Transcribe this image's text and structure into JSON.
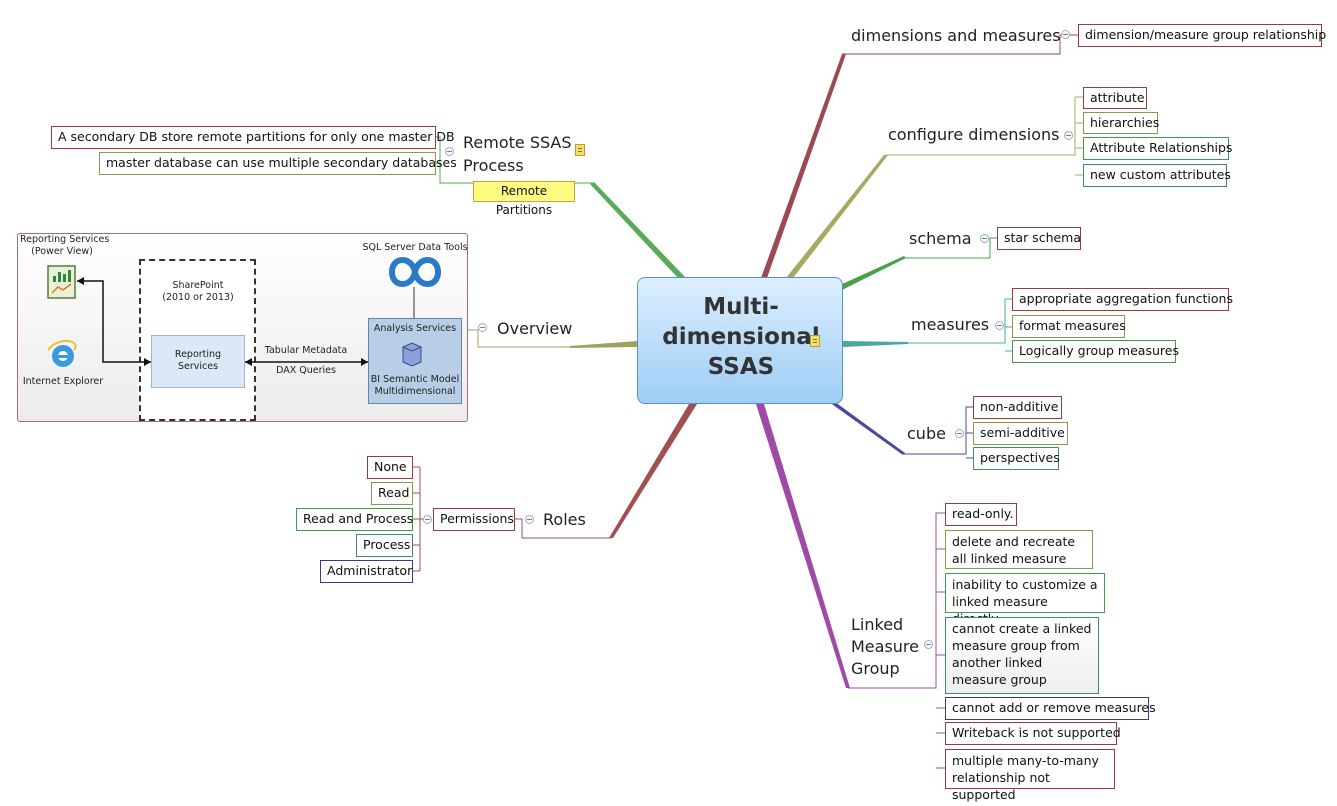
{
  "central": {
    "title_line1": "Multi-",
    "title_line2": "dimensional",
    "title_line3": "SSAS"
  },
  "dimensions_and_measures": {
    "label": "dimensions and measures",
    "children": [
      "dimension/measure group relationship"
    ]
  },
  "configure_dimensions": {
    "label": "configure dimensions",
    "children": [
      "attribute",
      "hierarchies",
      "Attribute Relationships",
      "new custom attributes"
    ]
  },
  "schema": {
    "label": "schema",
    "children": [
      "star schema"
    ]
  },
  "measures": {
    "label": "measures",
    "children": [
      "appropriate aggregation functions",
      "format measures",
      "Logically group measures"
    ]
  },
  "cube": {
    "label": "cube",
    "children": [
      "non-additive",
      "semi-additive",
      "perspectives"
    ]
  },
  "linked_measure_group": {
    "label_line1": "Linked",
    "label_line2": "Measure",
    "label_line3": "Group",
    "children": [
      "read-only.",
      "delete and recreate all linked measure groups",
      "inability to customize a linked measure directly",
      "cannot create a linked measure group from another linked measure group",
      "cannot add or remove measures",
      "Writeback is not supported",
      "multiple many-to-many relationship not supported"
    ]
  },
  "remote_ssas": {
    "label_line1": "Remote SSAS",
    "label_line2": "Process",
    "callout": "Remote Partitions",
    "children": [
      "A secondary DB store remote partitions for only one master DB",
      "master database can use multiple secondary databases"
    ]
  },
  "overview": {
    "label": "Overview",
    "diagram": {
      "reporting_services_pv": "Reporting Services",
      "power_view": "(Power View)",
      "internet_explorer": "Internet Explorer",
      "sharepoint": "SharePoint",
      "sharepoint_version": "(2010 or 2013)",
      "reporting_services_1": "Reporting",
      "reporting_services_2": "Services",
      "tabular_metadata": "Tabular Metadata",
      "dax_queries": "DAX Queries",
      "ssdt": "SQL Server Data Tools",
      "analysis_services": "Analysis Services",
      "bism_1": "BI Semantic Model",
      "bism_2": "Multidimensional"
    }
  },
  "roles": {
    "label": "Roles",
    "permissions": "Permissions",
    "children": [
      "None",
      "Read",
      "Read and Process",
      "Process",
      "Administrator"
    ]
  },
  "colors": {
    "central_top": "#dcefff",
    "central_bottom": "#9fcdf5",
    "callout": "#fffb80"
  }
}
